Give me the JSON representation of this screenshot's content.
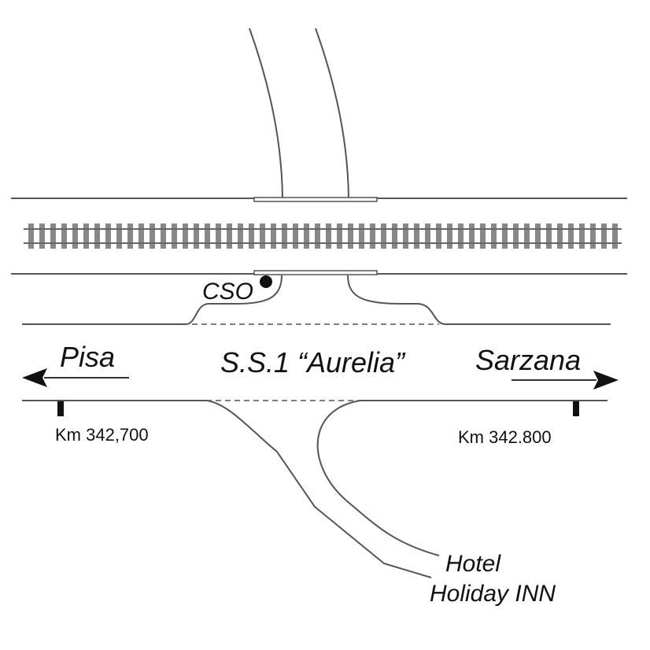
{
  "road_name": "S.S.1 “Aurelia”",
  "directions": {
    "left": {
      "label": "Pisa"
    },
    "right": {
      "label": "Sarzana"
    }
  },
  "markers": {
    "left_km": "Km 342,700",
    "right_km": "Km 342.800"
  },
  "point_label": "CSO",
  "destination": {
    "line1": "Hotel",
    "line2": "Holiday INN"
  },
  "colors": {
    "line": "#555555",
    "text": "#111111",
    "sleeper": "#888888"
  }
}
